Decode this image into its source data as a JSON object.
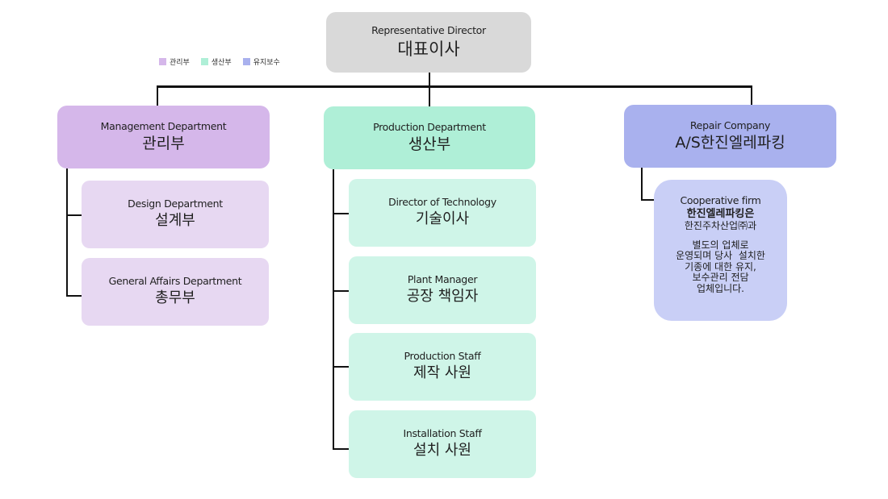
{
  "colors": {
    "top": "#d9d9d9",
    "management": "#d5b7ea",
    "management_light": "#e7d8f2",
    "production": "#afefd7",
    "production_light": "#cff5e8",
    "repair": "#a9b1ee",
    "repair_light": "#c9cff6"
  },
  "legend": [
    {
      "label": "관리부",
      "color": "#d5b7ea"
    },
    {
      "label": "생산부",
      "color": "#afefd7"
    },
    {
      "label": "유지보수",
      "color": "#a9b1ee"
    }
  ],
  "top": {
    "en": "Representative Director",
    "ko": "대표이사"
  },
  "management": {
    "en": "Management Department",
    "ko": "관리부",
    "children": [
      {
        "en": "Design Department",
        "ko": "설계부"
      },
      {
        "en": "General Affairs Department",
        "ko": "총무부"
      }
    ]
  },
  "production": {
    "en": "Production Department",
    "ko": "생산부",
    "children": [
      {
        "en": "Director of Technology",
        "ko": "기술이사"
      },
      {
        "en": "Plant Manager",
        "ko": "공장 책임자"
      },
      {
        "en": "Production Staff",
        "ko": "제작 사원"
      },
      {
        "en": "Installation Staff",
        "ko": "설치 사원"
      }
    ]
  },
  "repair": {
    "en": "Repair Company",
    "ko": "A/S한진엘레파킹",
    "cooperative": {
      "en": "Cooperative firm",
      "title": "한진엘레파킹은",
      "line1": "한진주차산업㈜과",
      "lines": [
        "별도의 업체로",
        "운영되며 당사  설치한",
        "기종에 대한 유지,",
        "보수관리 전담",
        "업체입니다."
      ]
    }
  }
}
